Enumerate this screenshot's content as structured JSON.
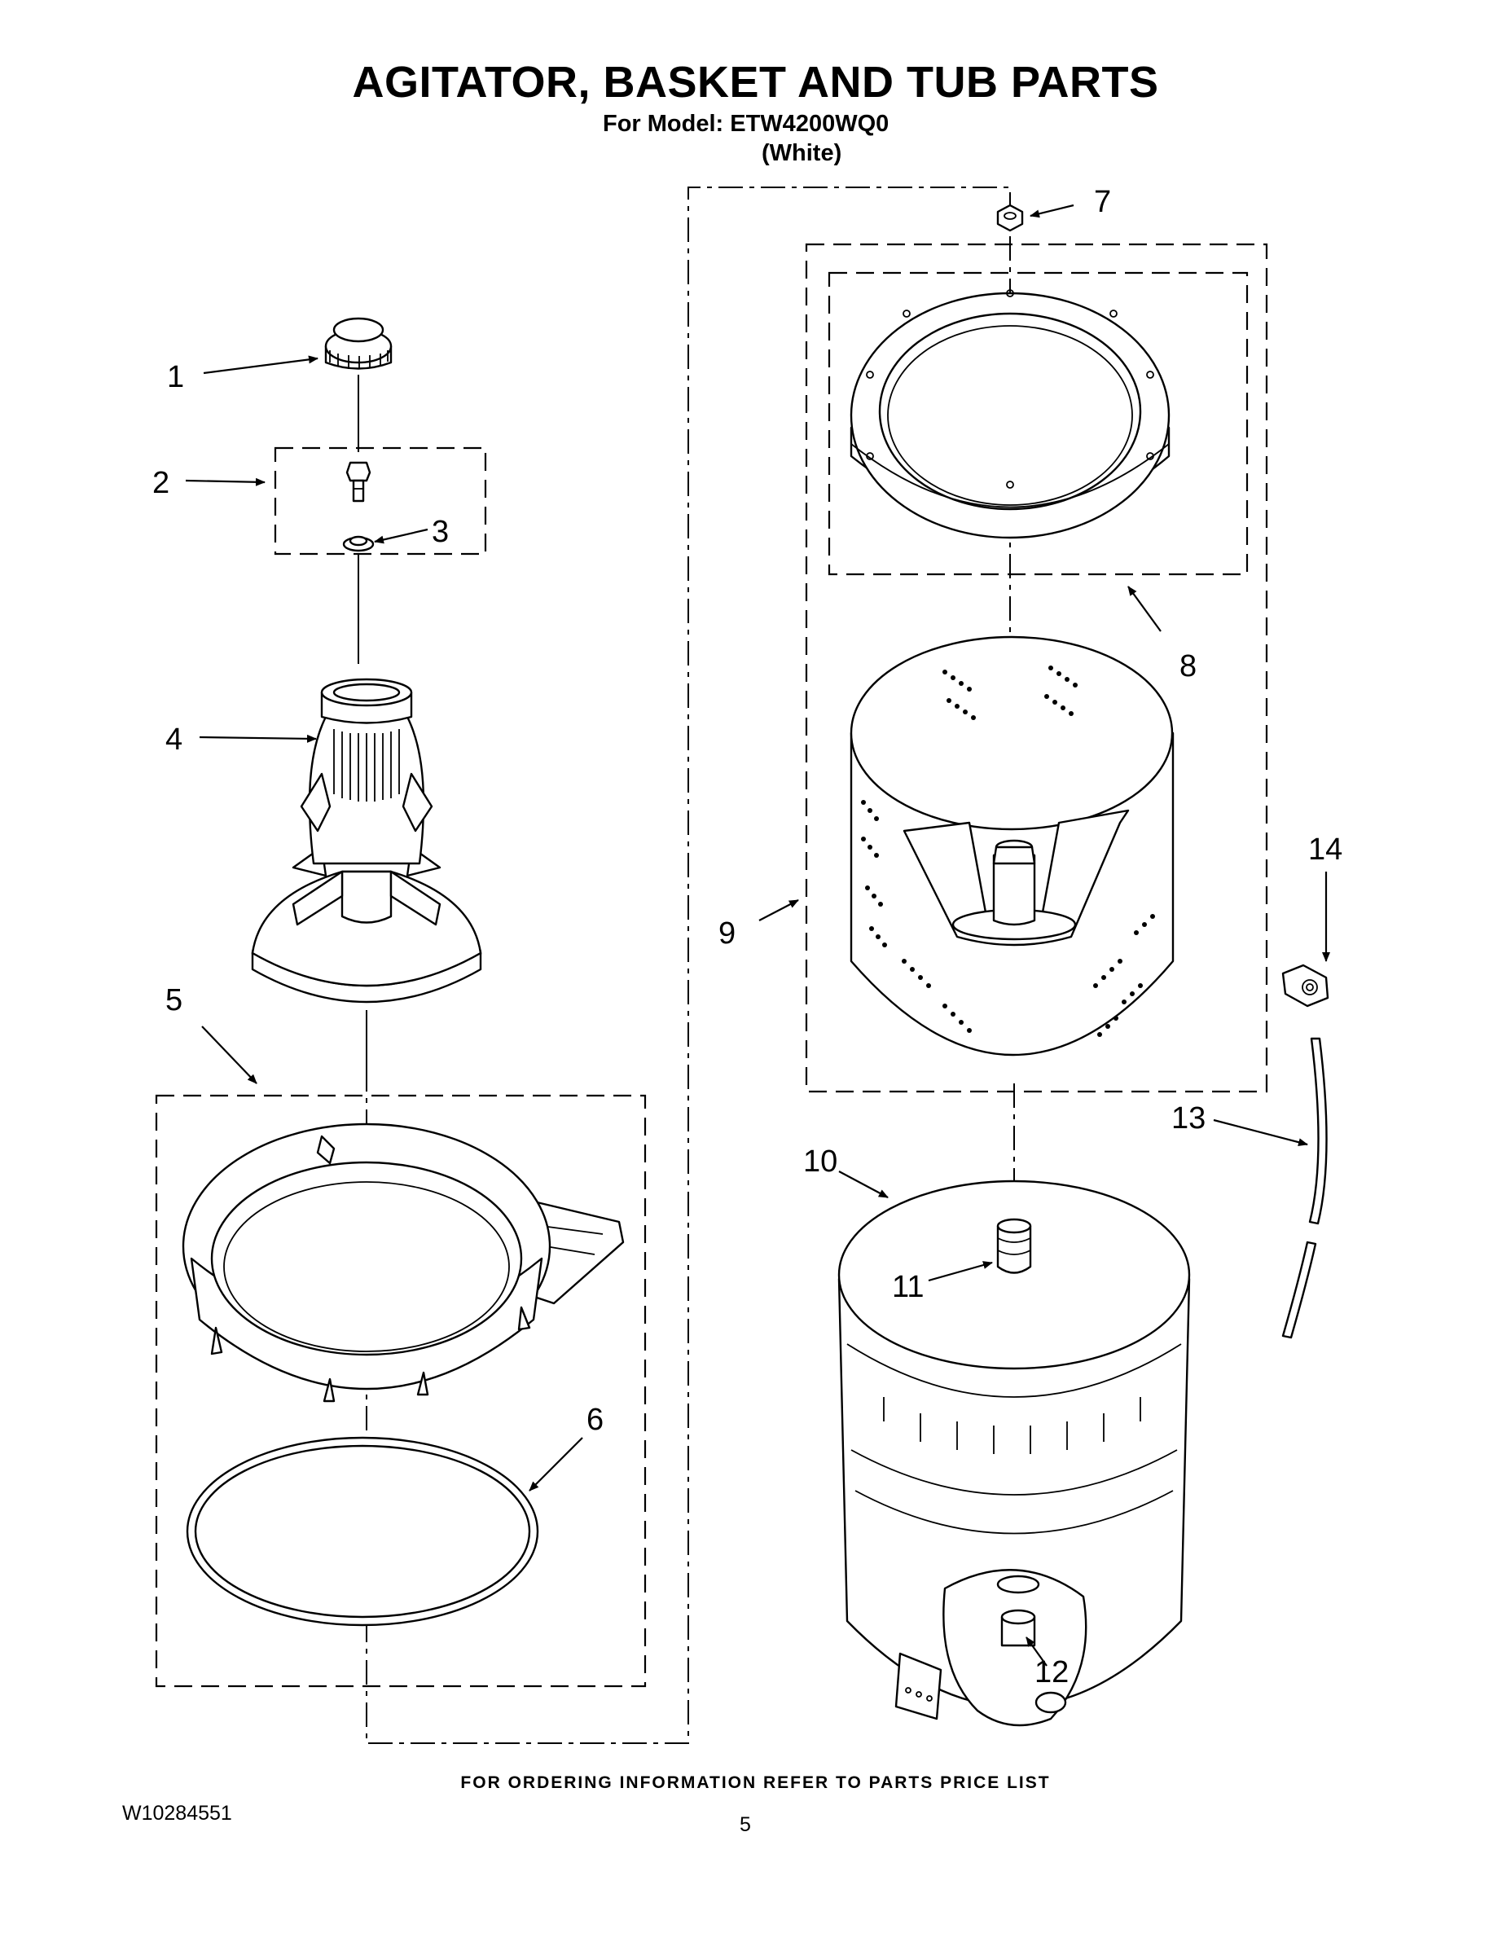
{
  "header": {
    "title": "AGITATOR, BASKET AND TUB PARTS",
    "model_line": "For Model: ETW4200WQ0",
    "color_line": "(White)"
  },
  "callouts": [
    "1",
    "2",
    "3",
    "4",
    "5",
    "6",
    "7",
    "8",
    "9",
    "10",
    "11",
    "12",
    "13",
    "14"
  ],
  "footer": {
    "ordering_note": "FOR ORDERING INFORMATION REFER TO PARTS PRICE LIST",
    "document_number": "W10284551",
    "page_number": "5"
  }
}
